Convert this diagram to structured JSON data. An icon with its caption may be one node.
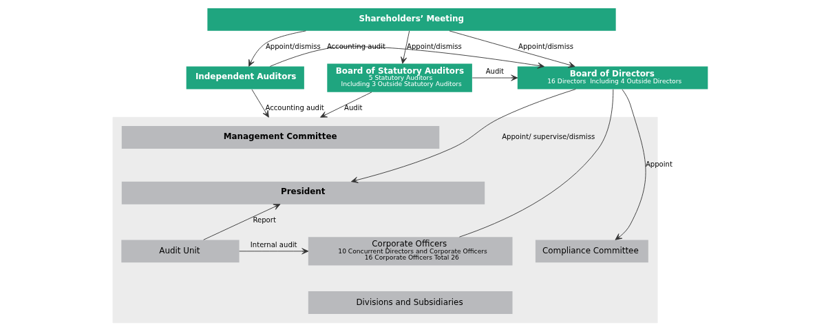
{
  "diagram": {
    "nodes": [
      {
        "text": [
          "Shareholders’ Meeting"
        ]
      },
      {
        "text": [
          "Independent Auditors"
        ]
      },
      {
        "text": [
          "Board of Statutory Auditors",
          "5 Statutory Auditors",
          "Including 3 Outside Statutory Auditors"
        ]
      },
      {
        "text": [
          "Board of Directors",
          "16 Directors  Including 4 Outside Directors"
        ]
      },
      {
        "text": [],
        "shape": "box"
      },
      {
        "text": [
          "Management Committee"
        ],
        "in": 4
      },
      {
        "text": [
          "President"
        ],
        "in": 4
      },
      {
        "text": [
          "Audit Unit"
        ],
        "in": 4
      },
      {
        "text": [
          "Corporate Officers",
          "10 Concurrent Directors and Corporate Officers",
          "16 Corporate Officers Total 26"
        ],
        "in": 4
      },
      {
        "text": [
          "Divisions and Subsidiaries"
        ],
        "in": 4
      },
      {
        "text": [
          "Compliance Committee"
        ],
        "in": 4
      }
    ],
    "edges": [
      {
        "from": 0,
        "to": 1,
        "arrow": "to",
        "label": "Appoint/dismiss"
      },
      {
        "from": 0,
        "to": 2,
        "arrow": "to",
        "label": "Appoint/dismiss"
      },
      {
        "from": 0,
        "to": 3,
        "arrow": "to",
        "label": "Appoint/dismiss"
      },
      {
        "from": 2,
        "to": 3,
        "arrow": "to",
        "label": "Audit"
      },
      {
        "from": 1,
        "to": 3,
        "arrow": "to",
        "label": "Accounting audit"
      },
      {
        "from": 1,
        "to": 4,
        "arrow": "to",
        "label": "Accounting audit"
      },
      {
        "from": 2,
        "to": 4,
        "arrow": "to",
        "label": "Audit"
      },
      {
        "from": 3,
        "to": 6,
        "arrow": "to",
        "label": "Appoint/ supervise/dismiss"
      },
      {
        "from": 3,
        "to": 10,
        "arrow": "to",
        "label": "Appoint"
      },
      {
        "from": 3,
        "to": 8,
        "arrow": "none"
      },
      {
        "from": 7,
        "to": 6,
        "arrow": "to",
        "label": "Report"
      },
      {
        "from": 7,
        "to": 8,
        "arrow": "to",
        "label": "Internal audit"
      }
    ]
  }
}
